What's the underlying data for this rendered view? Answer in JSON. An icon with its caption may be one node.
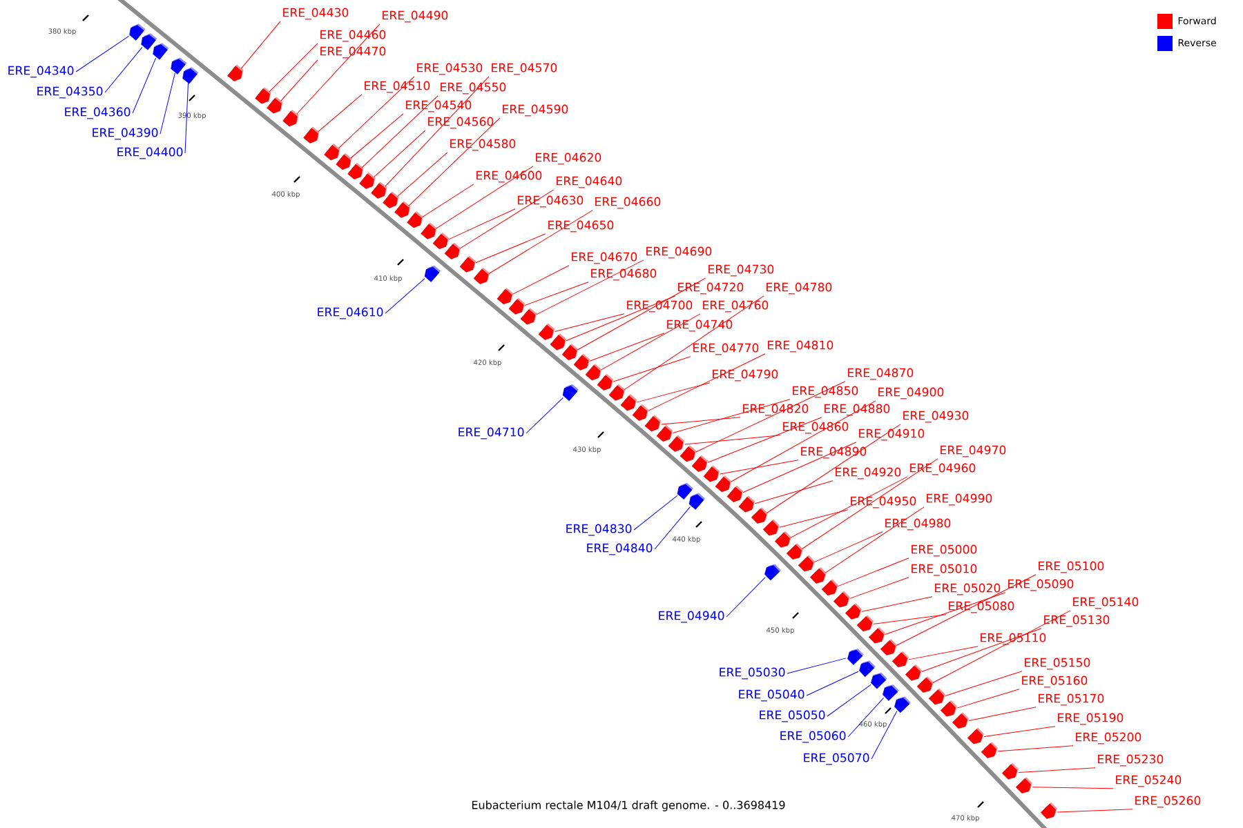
{
  "diagram": {
    "caption": "Eubacterium rectale M104/1 draft genome. - 0..3698419",
    "nodes": [
      {
        "text": [
          "ERE_04430"
        ]
      },
      {
        "text": [
          "ERE_04490"
        ]
      },
      {
        "text": [
          "ERE_04460"
        ]
      },
      {
        "text": [
          "ERE_04470"
        ]
      },
      {
        "text": [
          "ERE_04530"
        ]
      },
      {
        "text": [
          "ERE_04570"
        ]
      },
      {
        "text": [
          "ERE_04340"
        ]
      },
      {
        "text": [
          "ERE_04510"
        ]
      },
      {
        "text": [
          "ERE_04550"
        ]
      },
      {
        "text": [
          "ERE_04350"
        ]
      },
      {
        "text": [
          "ERE_04540"
        ]
      },
      {
        "text": [
          "ERE_04590"
        ]
      },
      {
        "text": [
          "ERE_04360"
        ]
      },
      {
        "text": [
          "ERE_04560"
        ]
      },
      {
        "text": [
          "ERE_04390"
        ]
      },
      {
        "text": [
          "ERE_04580"
        ]
      },
      {
        "text": [
          "ERE_04400"
        ]
      },
      {
        "text": [
          "ERE_04620"
        ]
      },
      {
        "text": [
          "ERE_04600"
        ]
      },
      {
        "text": [
          "ERE_04640"
        ]
      },
      {
        "text": [
          "ERE_04630"
        ]
      },
      {
        "text": [
          "ERE_04660"
        ]
      },
      {
        "text": [
          "ERE_04650"
        ]
      },
      {
        "text": [
          "ERE_04690"
        ]
      },
      {
        "text": [
          "ERE_04670"
        ]
      },
      {
        "text": [
          "ERE_04730"
        ]
      },
      {
        "text": [
          "ERE_04680"
        ]
      },
      {
        "text": [
          "ERE_04720"
        ]
      },
      {
        "text": [
          "ERE_04780"
        ]
      },
      {
        "text": [
          "ERE_04700"
        ]
      },
      {
        "text": [
          "ERE_04760"
        ]
      },
      {
        "text": [
          "ERE_04610"
        ]
      },
      {
        "text": [
          "ERE_04740"
        ]
      },
      {
        "text": [
          "ERE_04810"
        ]
      },
      {
        "text": [
          "ERE_04770"
        ]
      },
      {
        "text": [
          "ERE_04870"
        ]
      },
      {
        "text": [
          "ERE_04790"
        ]
      },
      {
        "text": [
          "ERE_04850"
        ]
      },
      {
        "text": [
          "ERE_04900"
        ]
      },
      {
        "text": [
          "ERE_04820"
        ]
      },
      {
        "text": [
          "ERE_04880"
        ]
      },
      {
        "text": [
          "ERE_04930"
        ]
      },
      {
        "text": [
          "ERE_04860"
        ]
      },
      {
        "text": [
          "ERE_04710"
        ]
      },
      {
        "text": [
          "ERE_04910"
        ]
      },
      {
        "text": [
          "ERE_04970"
        ]
      },
      {
        "text": [
          "ERE_04890"
        ]
      },
      {
        "text": [
          "ERE_04960"
        ]
      },
      {
        "text": [
          "ERE_04920"
        ]
      },
      {
        "text": [
          "ERE_04990"
        ]
      },
      {
        "text": [
          "ERE_04950"
        ]
      },
      {
        "text": [
          "ERE_04980"
        ]
      },
      {
        "text": [
          "ERE_04830"
        ]
      },
      {
        "text": [
          "ERE_04840"
        ]
      },
      {
        "text": [
          "ERE_05000"
        ]
      },
      {
        "text": [
          "ERE_05100"
        ]
      },
      {
        "text": [
          "ERE_05010"
        ]
      },
      {
        "text": [
          "ERE_05090"
        ]
      },
      {
        "text": [
          "ERE_05020"
        ]
      },
      {
        "text": [
          "ERE_05140"
        ]
      },
      {
        "text": [
          "ERE_05080"
        ]
      },
      {
        "text": [
          "ERE_04940"
        ]
      },
      {
        "text": [
          "ERE_05130"
        ]
      },
      {
        "text": [
          "ERE_05110"
        ]
      },
      {
        "text": [
          "ERE_05150"
        ]
      },
      {
        "text": [
          "ERE_05030"
        ]
      },
      {
        "text": [
          "ERE_05160"
        ]
      },
      {
        "text": [
          "ERE_05040"
        ]
      },
      {
        "text": [
          "ERE_05170"
        ]
      },
      {
        "text": [
          "ERE_05050"
        ]
      },
      {
        "text": [
          "ERE_05190"
        ]
      },
      {
        "text": [
          "ERE_05060"
        ]
      },
      {
        "text": [
          "ERE_05200"
        ]
      },
      {
        "text": [
          "ERE_05070"
        ]
      },
      {
        "text": [
          "ERE_05230"
        ]
      },
      {
        "text": [
          "ERE_05240"
        ]
      },
      {
        "text": [
          "ERE_05260"
        ]
      },
      {
        "text": [],
        "shape": "pentagon"
      },
      {
        "text": [],
        "shape": "pentagon"
      },
      {
        "text": [],
        "shape": "pentagon"
      },
      {
        "text": [],
        "shape": "pentagon"
      },
      {
        "text": [],
        "shape": "pentagon"
      },
      {
        "text": [],
        "shape": "pentagon"
      },
      {
        "text": [],
        "shape": "pentagon"
      },
      {
        "text": [],
        "shape": "pentagon"
      },
      {
        "text": [],
        "shape": "pentagon"
      },
      {
        "text": [],
        "shape": "pentagon"
      },
      {
        "text": [],
        "shape": "pentagon"
      },
      {
        "text": [],
        "shape": "pentagon"
      },
      {
        "text": [],
        "shape": "pentagon"
      },
      {
        "text": [],
        "shape": "pentagon"
      },
      {
        "text": [],
        "shape": "pentagon"
      },
      {
        "text": [],
        "shape": "pentagon"
      },
      {
        "text": [],
        "shape": "pentagon"
      },
      {
        "text": [],
        "shape": "pentagon"
      },
      {
        "text": [],
        "shape": "pentagon"
      },
      {
        "text": [],
        "shape": "pentagon"
      },
      {
        "text": [],
        "shape": "pentagon"
      },
      {
        "text": [],
        "shape": "pentagon"
      },
      {
        "text": [],
        "shape": "pentagon"
      },
      {
        "text": [],
        "shape": "pentagon"
      },
      {
        "text": [],
        "shape": "pentagon"
      },
      {
        "text": [],
        "shape": "pentagon"
      },
      {
        "text": [],
        "shape": "pentagon"
      },
      {
        "text": [],
        "shape": "pentagon"
      },
      {
        "text": [],
        "shape": "pentagon"
      },
      {
        "text": [],
        "shape": "pentagon"
      },
      {
        "text": [],
        "shape": "pentagon"
      },
      {
        "text": [],
        "shape": "pentagon"
      },
      {
        "text": [],
        "shape": "pentagon"
      },
      {
        "text": [],
        "shape": "pentagon"
      },
      {
        "text": [],
        "shape": "pentagon"
      },
      {
        "text": [],
        "shape": "pentagon"
      },
      {
        "text": [],
        "shape": "pentagon"
      },
      {
        "text": [],
        "shape": "pentagon"
      },
      {
        "text": [],
        "shape": "pentagon"
      },
      {
        "text": [],
        "shape": "pentagon"
      },
      {
        "text": [],
        "shape": "pentagon"
      },
      {
        "text": [],
        "shape": "pentagon"
      },
      {
        "text": [],
        "shape": "pentagon"
      },
      {
        "text": [],
        "shape": "pentagon"
      },
      {
        "text": [],
        "shape": "pentagon"
      },
      {
        "text": [],
        "shape": "pentagon"
      },
      {
        "text": [],
        "shape": "pentagon"
      },
      {
        "text": [],
        "shape": "pentagon"
      },
      {
        "text": [],
        "shape": "pentagon"
      },
      {
        "text": [],
        "shape": "pentagon"
      },
      {
        "text": [],
        "shape": "pentagon"
      },
      {
        "text": [],
        "shape": "pentagon"
      },
      {
        "text": [],
        "shape": "pentagon"
      },
      {
        "text": [],
        "shape": "pentagon"
      },
      {
        "text": [],
        "shape": "pentagon"
      },
      {
        "text": [],
        "shape": "pentagon"
      },
      {
        "text": [],
        "shape": "pentagon"
      },
      {
        "text": [],
        "shape": "pentagon"
      },
      {
        "text": [],
        "shape": "pentagon"
      },
      {
        "text": [],
        "shape": "pentagon"
      },
      {
        "text": [],
        "shape": "pentagon"
      },
      {
        "text": [],
        "shape": "pentagon"
      },
      {
        "text": [],
        "shape": "pentagon"
      },
      {
        "text": [],
        "shape": "pentagon"
      },
      {
        "text": [],
        "shape": "pentagon"
      },
      {
        "text": [],
        "shape": "pentagon"
      },
      {
        "text": [],
        "shape": "pentagon"
      },
      {
        "text": [],
        "shape": "pentagon"
      },
      {
        "text": [],
        "shape": "pentagon"
      },
      {
        "text": [],
        "shape": "pentagon"
      },
      {
        "text": [],
        "shape": "pentagon"
      },
      {
        "text": [],
        "shape": "pentagon"
      },
      {
        "text": [],
        "shape": "pentagon"
      },
      {
        "text": [],
        "shape": "pentagon"
      },
      {
        "text": [],
        "shape": "pentagon"
      },
      {
        "text": [],
        "shape": "pentagon"
      },
      {
        "text": [],
        "shape": "pentagon"
      }
    ],
    "edges": [
      {
        "from": 0,
        "to": 82,
        "arrow": "none"
      },
      {
        "from": 1,
        "to": 85,
        "arrow": "none"
      },
      {
        "from": 2,
        "to": 83,
        "arrow": "none"
      },
      {
        "from": 3,
        "to": 84,
        "arrow": "none"
      },
      {
        "from": 4,
        "to": 87,
        "arrow": "none"
      },
      {
        "from": 5,
        "to": 91,
        "arrow": "none"
      },
      {
        "from": 6,
        "to": 77,
        "arrow": "none",
        "color": "#0000ff"
      },
      {
        "from": 7,
        "to": 86,
        "arrow": "none"
      },
      {
        "from": 8,
        "to": 89,
        "arrow": "none"
      },
      {
        "from": 9,
        "to": 78,
        "arrow": "none",
        "color": "#0000ff"
      },
      {
        "from": 10,
        "to": 88,
        "arrow": "none"
      },
      {
        "from": 11,
        "to": 93,
        "arrow": "none"
      },
      {
        "from": 12,
        "to": 79,
        "arrow": "none",
        "color": "#0000ff"
      },
      {
        "from": 13,
        "to": 90,
        "arrow": "none"
      },
      {
        "from": 14,
        "to": 80,
        "arrow": "none",
        "color": "#0000ff"
      },
      {
        "from": 15,
        "to": 92,
        "arrow": "none"
      },
      {
        "from": 16,
        "to": 81,
        "arrow": "none",
        "color": "#0000ff"
      },
      {
        "from": 17,
        "to": 95,
        "arrow": "none"
      },
      {
        "from": 18,
        "to": 94,
        "arrow": "none"
      },
      {
        "from": 19,
        "to": 98,
        "arrow": "none"
      },
      {
        "from": 20,
        "to": 96,
        "arrow": "none"
      },
      {
        "from": 21,
        "to": 100,
        "arrow": "none"
      },
      {
        "from": 22,
        "to": 99,
        "arrow": "none"
      },
      {
        "from": 23,
        "to": 103,
        "arrow": "none"
      },
      {
        "from": 24,
        "to": 101,
        "arrow": "none"
      },
      {
        "from": 25,
        "to": 106,
        "arrow": "none"
      },
      {
        "from": 26,
        "to": 102,
        "arrow": "none"
      },
      {
        "from": 27,
        "to": 105,
        "arrow": "none"
      },
      {
        "from": 28,
        "to": 111,
        "arrow": "none"
      },
      {
        "from": 29,
        "to": 104,
        "arrow": "none"
      },
      {
        "from": 30,
        "to": 108,
        "arrow": "none"
      },
      {
        "from": 31,
        "to": 97,
        "arrow": "none",
        "color": "#0000ff"
      },
      {
        "from": 32,
        "to": 107,
        "arrow": "none"
      },
      {
        "from": 33,
        "to": 113,
        "arrow": "none"
      },
      {
        "from": 34,
        "to": 110,
        "arrow": "none"
      },
      {
        "from": 35,
        "to": 117,
        "arrow": "none"
      },
      {
        "from": 36,
        "to": 112,
        "arrow": "none"
      },
      {
        "from": 37,
        "to": 115,
        "arrow": "none"
      },
      {
        "from": 38,
        "to": 121,
        "arrow": "none"
      },
      {
        "from": 39,
        "to": 114,
        "arrow": "none"
      },
      {
        "from": 40,
        "to": 118,
        "arrow": "none"
      },
      {
        "from": 41,
        "to": 125,
        "arrow": "none"
      },
      {
        "from": 42,
        "to": 116,
        "arrow": "none"
      },
      {
        "from": 43,
        "to": 109,
        "arrow": "none",
        "color": "#0000ff"
      },
      {
        "from": 44,
        "to": 123,
        "arrow": "none"
      },
      {
        "from": 45,
        "to": 128,
        "arrow": "none"
      },
      {
        "from": 46,
        "to": 119,
        "arrow": "none"
      },
      {
        "from": 47,
        "to": 127,
        "arrow": "none"
      },
      {
        "from": 48,
        "to": 124,
        "arrow": "none"
      },
      {
        "from": 49,
        "to": 130,
        "arrow": "none"
      },
      {
        "from": 50,
        "to": 126,
        "arrow": "none"
      },
      {
        "from": 51,
        "to": 129,
        "arrow": "none"
      },
      {
        "from": 52,
        "to": 120,
        "arrow": "none",
        "color": "#0000ff"
      },
      {
        "from": 53,
        "to": 122,
        "arrow": "none",
        "color": "#0000ff"
      },
      {
        "from": 54,
        "to": 131,
        "arrow": "none"
      },
      {
        "from": 55,
        "to": 139,
        "arrow": "none"
      },
      {
        "from": 56,
        "to": 133,
        "arrow": "none"
      },
      {
        "from": 57,
        "to": 136,
        "arrow": "none"
      },
      {
        "from": 58,
        "to": 134,
        "arrow": "none"
      },
      {
        "from": 59,
        "to": 145,
        "arrow": "none"
      },
      {
        "from": 60,
        "to": 135,
        "arrow": "none"
      },
      {
        "from": 61,
        "to": 132,
        "arrow": "none",
        "color": "#0000ff"
      },
      {
        "from": 62,
        "to": 144,
        "arrow": "none"
      },
      {
        "from": 63,
        "to": 143,
        "arrow": "none"
      },
      {
        "from": 64,
        "to": 146,
        "arrow": "none"
      },
      {
        "from": 65,
        "to": 137,
        "arrow": "none",
        "color": "#0000ff"
      },
      {
        "from": 66,
        "to": 147,
        "arrow": "none"
      },
      {
        "from": 67,
        "to": 138,
        "arrow": "none",
        "color": "#0000ff"
      },
      {
        "from": 68,
        "to": 148,
        "arrow": "none"
      },
      {
        "from": 69,
        "to": 140,
        "arrow": "none",
        "color": "#0000ff"
      },
      {
        "from": 70,
        "to": 149,
        "arrow": "none"
      },
      {
        "from": 71,
        "to": 141,
        "arrow": "none",
        "color": "#0000ff"
      },
      {
        "from": 72,
        "to": 150,
        "arrow": "none"
      },
      {
        "from": 73,
        "to": 142,
        "arrow": "none",
        "color": "#0000ff"
      },
      {
        "from": 74,
        "to": 151,
        "arrow": "none"
      },
      {
        "from": 75,
        "to": 152,
        "arrow": "none"
      },
      {
        "from": 76,
        "to": 153,
        "arrow": "none"
      }
    ],
    "labels": [
      "380 kbp",
      "390 kbp",
      "400 kbp",
      "410 kbp",
      "420 kbp",
      "430 kbp",
      "440 kbp",
      "450 kbp",
      "460 kbp",
      "470 kbp"
    ],
    "legend": [
      {
        "text": "Forward",
        "color": "#ff0000"
      },
      {
        "text": "Reverse",
        "color": "#0000ff"
      }
    ]
  }
}
